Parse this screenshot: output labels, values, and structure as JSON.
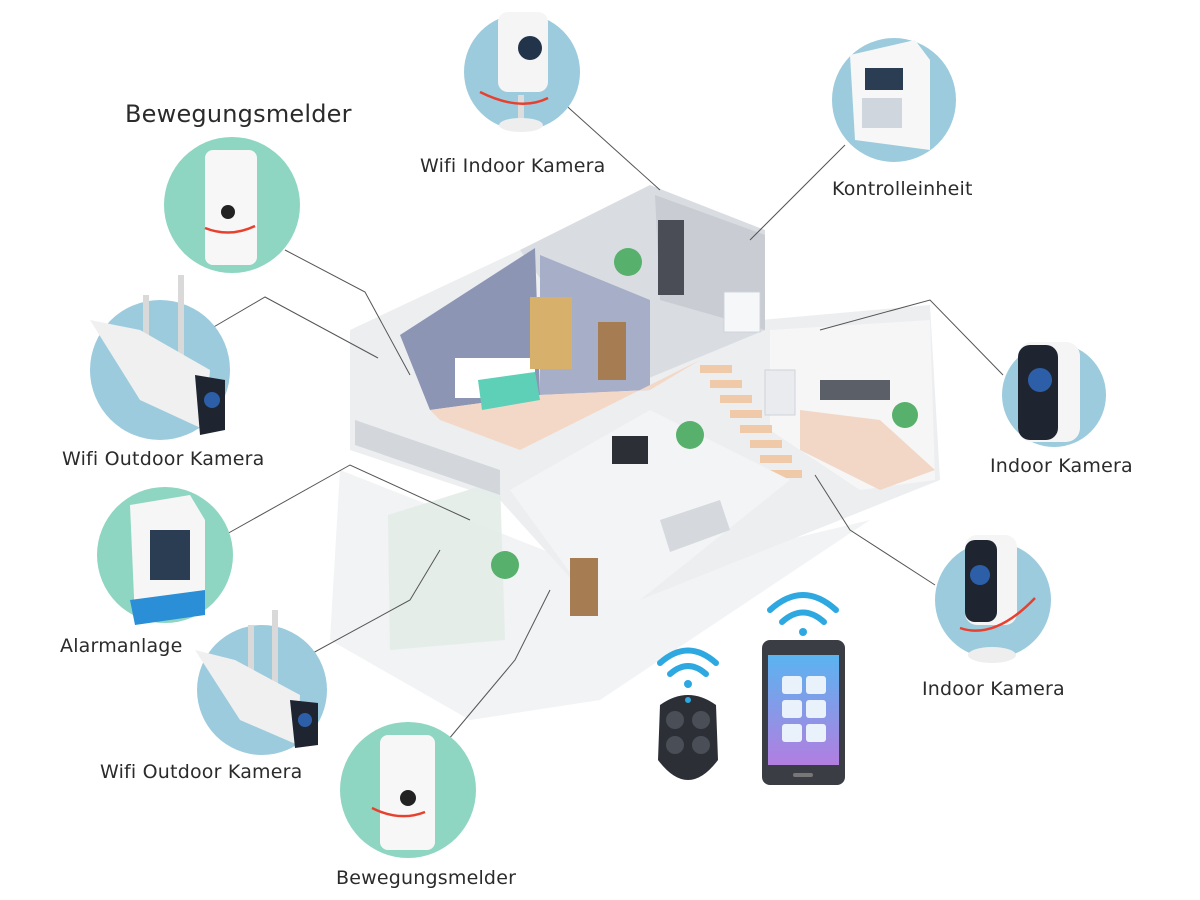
{
  "devices": [
    {
      "label": "Bewegungsmelder",
      "icon": "motion-sensor-icon"
    },
    {
      "label": "Wifi Indoor Kamera",
      "icon": "indoor-camera-icon"
    },
    {
      "label": "Kontrolleinheit",
      "icon": "control-panel-icon"
    },
    {
      "label": "Wifi Outdoor Kamera",
      "icon": "outdoor-camera-icon"
    },
    {
      "label": "Indoor Kamera",
      "icon": "indoor-camera-icon"
    },
    {
      "label": "Alarmanlage",
      "icon": "alarm-unit-icon"
    },
    {
      "label": "Indoor Kamera",
      "icon": "indoor-camera-icon"
    },
    {
      "label": "Wifi Outdoor Kamera",
      "icon": "outdoor-camera-icon"
    },
    {
      "label": "Bewegungsmelder",
      "icon": "motion-sensor-icon"
    }
  ],
  "colors": {
    "teal_circle": "#8ed6c1",
    "blue_circle": "#9ccbdd",
    "wall": "#e6e8ea",
    "floor": "#f2d7c6",
    "accent_red": "#e8402e",
    "wifi_blue": "#2ea8e0"
  }
}
